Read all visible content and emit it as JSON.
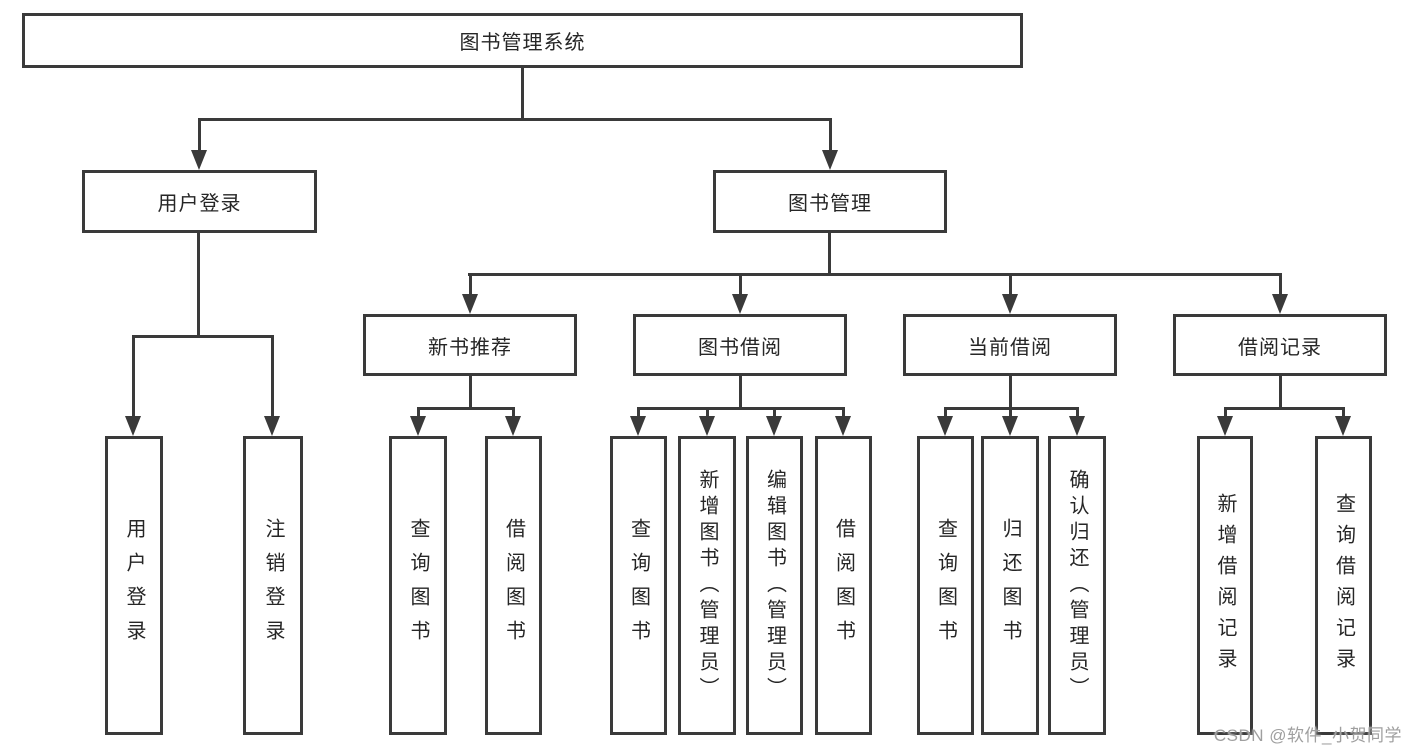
{
  "watermark": {
    "text": "CSDN @软件_小贺同学"
  },
  "colors": {
    "line": "#3a3a3a",
    "text": "#262626",
    "watermark": "#9f9f9f",
    "background": "#ffffff"
  },
  "tree": {
    "root": {
      "label": "图书管理系统"
    },
    "children": [
      {
        "label": "用户登录",
        "children": [
          {
            "label": "用户登录"
          },
          {
            "label": "注销登录"
          }
        ]
      },
      {
        "label": "图书管理",
        "children": [
          {
            "label": "新书推荐",
            "children": [
              {
                "label": "查询图书"
              },
              {
                "label": "借阅图书"
              }
            ]
          },
          {
            "label": "图书借阅",
            "children": [
              {
                "label": "查询图书"
              },
              {
                "label": "新增图书（管理员）"
              },
              {
                "label": "编辑图书（管理员）"
              },
              {
                "label": "借阅图书"
              }
            ]
          },
          {
            "label": "当前借阅",
            "children": [
              {
                "label": "查询图书"
              },
              {
                "label": "归还图书"
              },
              {
                "label": "确认归还（管理员）"
              }
            ]
          },
          {
            "label": "借阅记录",
            "children": [
              {
                "label": "新增借阅记录"
              },
              {
                "label": "查询借阅记录"
              }
            ]
          }
        ]
      }
    ]
  }
}
